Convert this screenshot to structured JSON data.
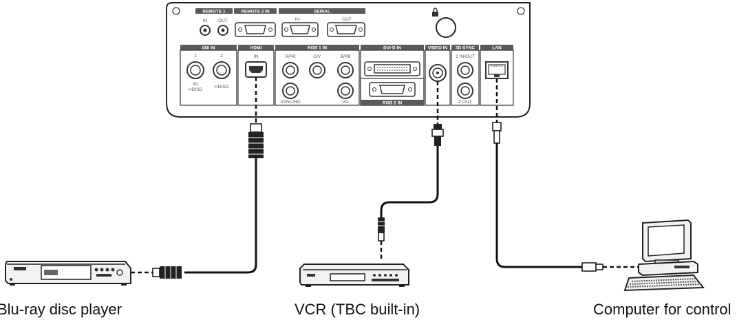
{
  "devices": {
    "bluray": {
      "label": "Blu-ray disc player"
    },
    "vcr": {
      "label": "VCR (TBC built-in)"
    },
    "computer": {
      "label": "Computer for control"
    }
  },
  "panel": {
    "top_labels": {
      "remote1": "REMOTE 1",
      "remote2": "REMOTE 2 IN",
      "serial": "SERIAL",
      "in": "IN",
      "out": "OUT"
    },
    "bottom_labels": {
      "sdi": "SDI IN",
      "hdmi": "HDMI",
      "hdmi_in": "IN",
      "rgb1": "RGB 1 IN",
      "dvi": "DVI-D IN",
      "video": "VIDEO IN",
      "sync3d": "3D SYNC",
      "lan": "LAN",
      "rgb2": "RGB 2 IN",
      "sdi1": "1",
      "sdi2": "2",
      "sdi_3g": "3G",
      "sdi_hd": "HD/SD",
      "sdi_hdsd": "HD/SD",
      "rpr": "R/PR",
      "gy": "G/Y",
      "bpb": "B/PB",
      "sync": "SYNC/HD",
      "vd": "VD",
      "sync_inout": "1 IN/OUT",
      "sync_out": "2 OUT"
    }
  },
  "colors": {
    "cable": "#111111",
    "panel_fill": "#ffffff",
    "label_band": "#5a5a5a",
    "connector": "#333333"
  }
}
